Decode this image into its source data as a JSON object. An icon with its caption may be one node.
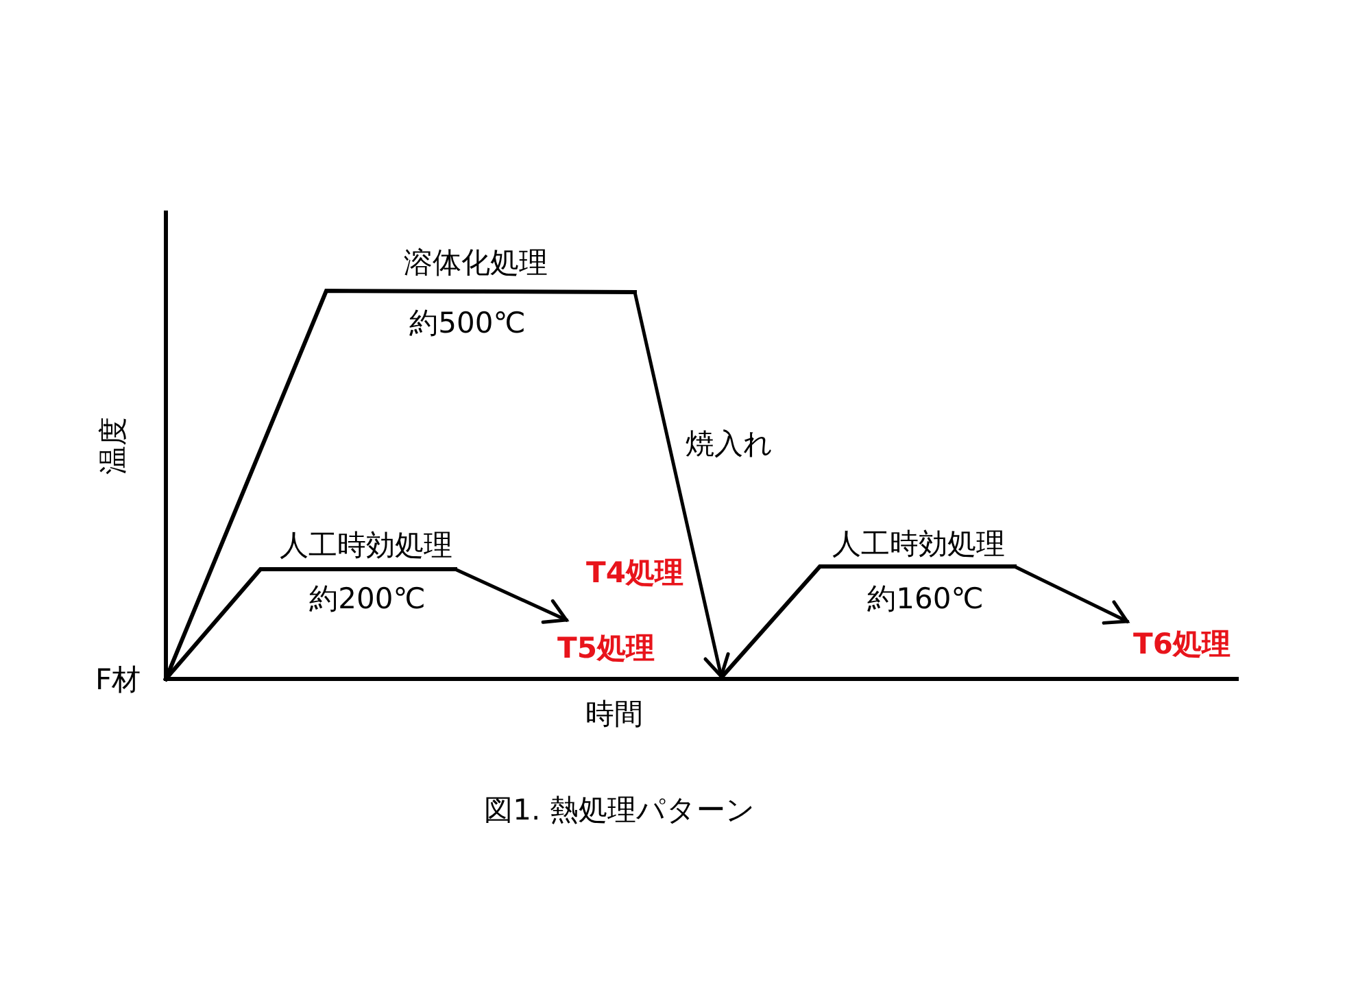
{
  "diagram": {
    "caption": "図1. 熱処理パターン",
    "labels": [
      "溶体化処理",
      "約500℃",
      "温度",
      "焼入れ",
      "人工時効処理",
      "T4処理",
      "人工時効処理",
      "約200℃",
      "約160℃",
      "T6処理",
      "T5処理",
      "F材",
      "時間"
    ]
  }
}
